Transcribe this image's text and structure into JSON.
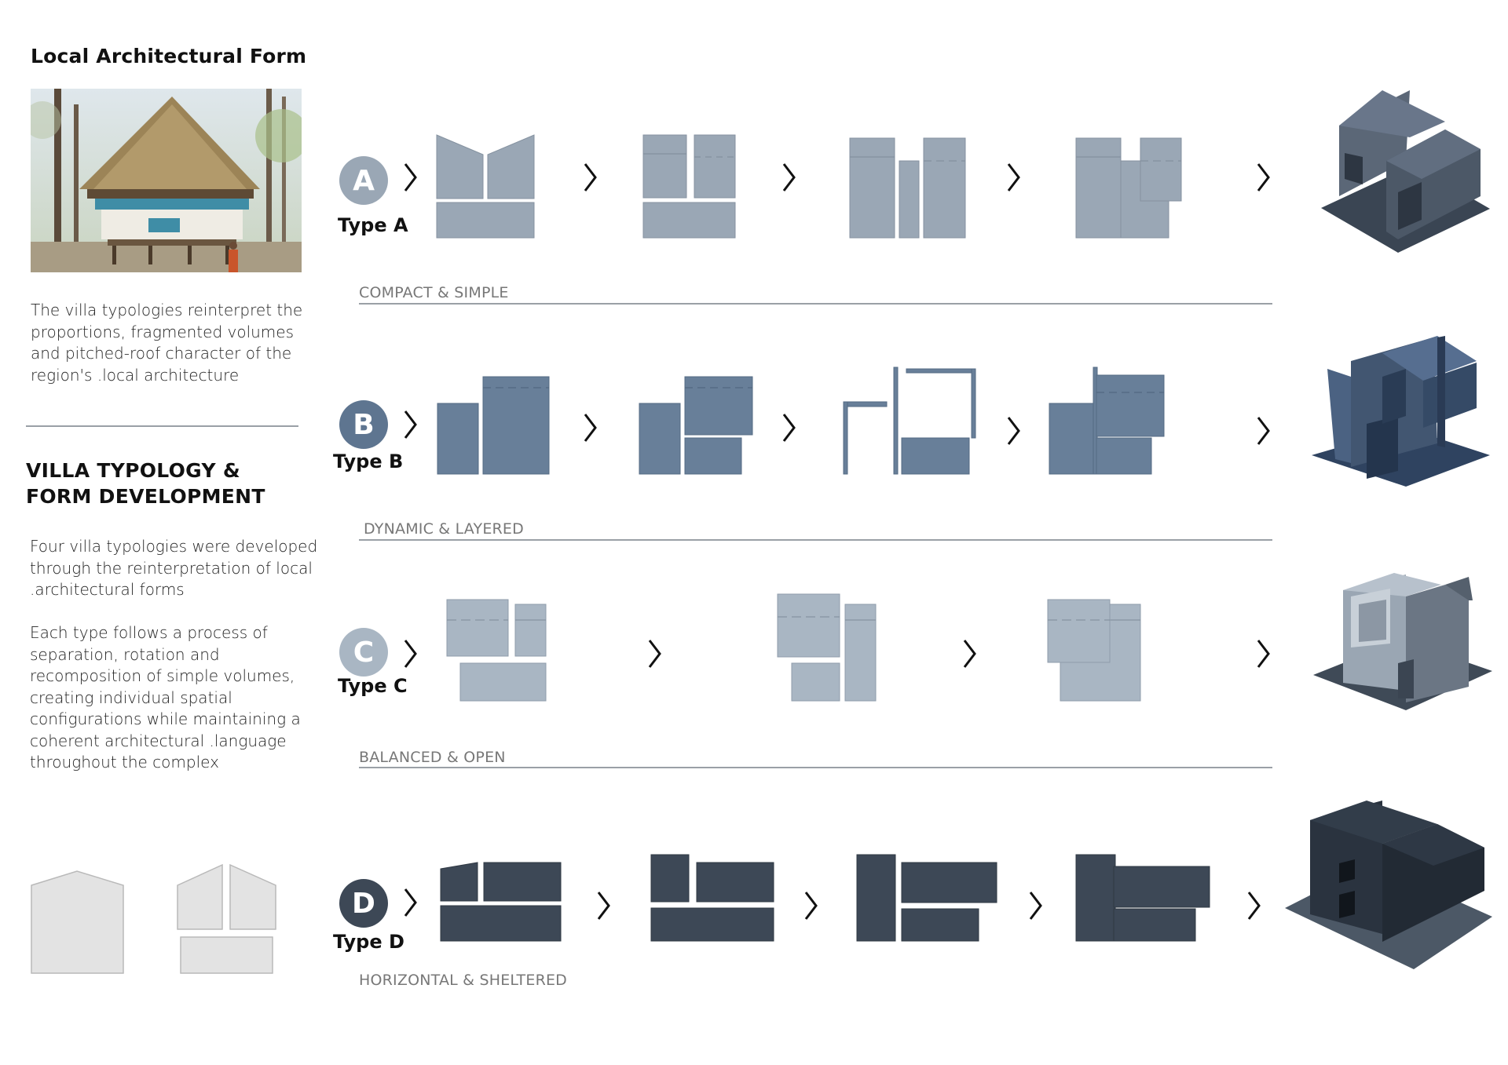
{
  "left": {
    "title": "Local Architectural Form",
    "description": "The villa typologies reinterpret the proportions, fragmented volumes and pitched-roof character of the region's .local architecture",
    "section_title_line1": "VILLA TYPOLOGY &",
    "section_title_line2": "FORM DEVELOPMENT",
    "para2": "Four villa typologies were developed through the reinterpretation of local .architectural forms",
    "para3": "Each type follows a process of separation, rotation and recomposition of simple volumes, creating individual spatial configurations while maintaining a coherent architectural .language throughout the complex"
  },
  "rows": [
    {
      "letter": "A",
      "label": "Type A",
      "caption": "COMPACT & SIMPLE",
      "color": "#9aa7b5"
    },
    {
      "letter": "B",
      "label": "Type B",
      "caption": "DYNAMIC & LAYERED",
      "color": "#687f99"
    },
    {
      "letter": "C",
      "label": "Type C",
      "caption": "BALANCED & OPEN",
      "color": "#a9b6c3"
    },
    {
      "letter": "D",
      "label": "Type D",
      "caption": "HORIZONTAL & SHELTERED",
      "color": "#3d4856"
    }
  ],
  "colors": {
    "badge_a": "#9aa7b5",
    "badge_b": "#5e7590",
    "badge_c": "#a9b6c3",
    "badge_d": "#3d4856",
    "model_a": "#4c5867",
    "model_b": "#425671",
    "model_c": "#6b7684",
    "model_d": "#262f3a"
  }
}
